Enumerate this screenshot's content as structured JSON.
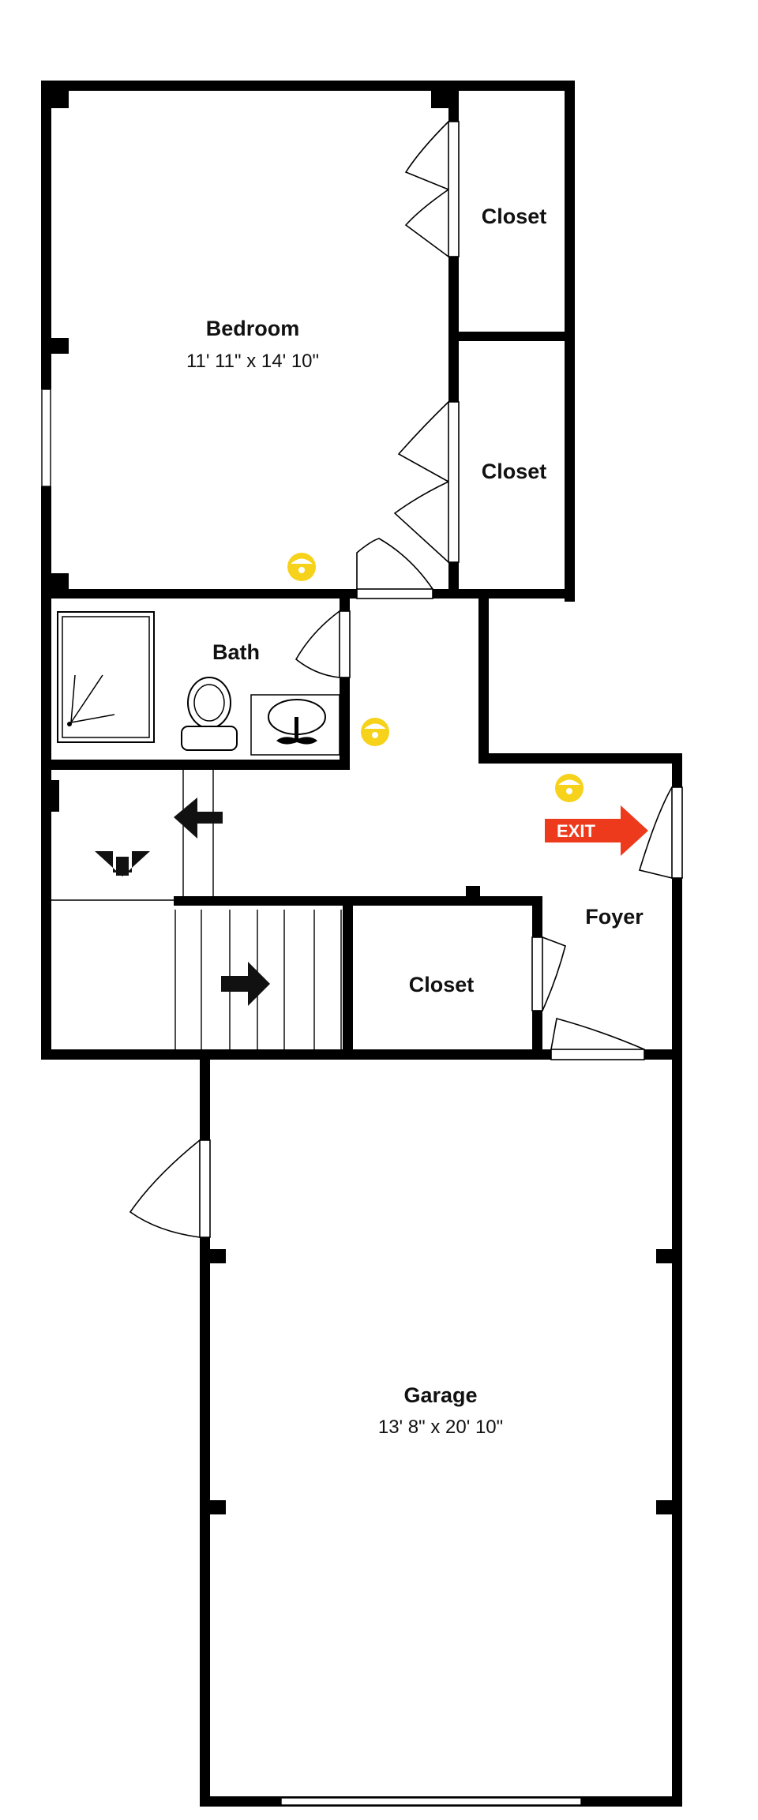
{
  "rooms": {
    "bedroom": {
      "name": "Bedroom",
      "dimensions": "11' 11\" x 14' 10\""
    },
    "closet_top": {
      "name": "Closet"
    },
    "closet_middle": {
      "name": "Closet"
    },
    "bath": {
      "name": "Bath"
    },
    "closet_hall": {
      "name": "Closet"
    },
    "foyer": {
      "name": "Foyer"
    },
    "garage": {
      "name": "Garage",
      "dimensions": "13' 8\" x 20' 10\""
    }
  },
  "exit_sign": {
    "label": "EXIT",
    "color": "#ee3a1c"
  },
  "colors": {
    "wall": "#000000",
    "light_fixture": "#f6d21b",
    "background": "#ffffff"
  },
  "icons": [
    "light-fixture-icon",
    "stair-arrow-icon",
    "exit-arrow-icon",
    "toilet-icon",
    "sink-icon",
    "shower-icon"
  ]
}
